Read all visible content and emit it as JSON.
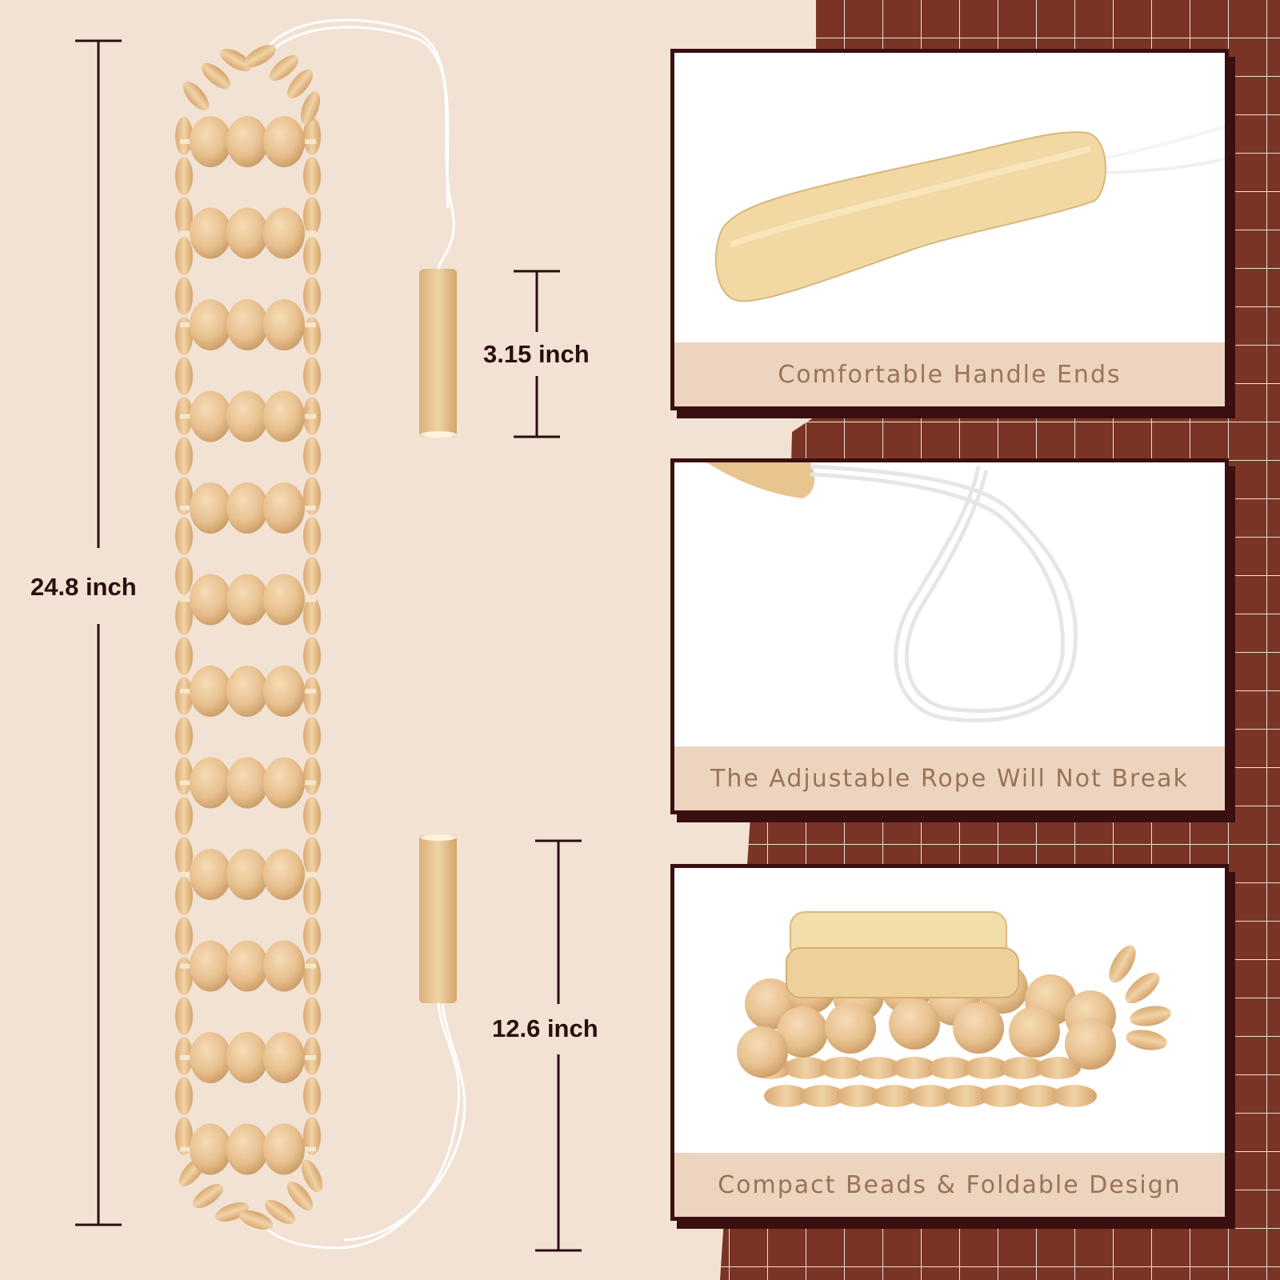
{
  "measurements": {
    "total_length": "24.8 inch",
    "handle_length": "3.15 inch",
    "rope_length": "12.6 inch"
  },
  "features": [
    {
      "caption": "Comfortable Handle Ends"
    },
    {
      "caption": "The Adjustable Rope Will Not Break"
    },
    {
      "caption": "Compact Beads & Foldable Design"
    }
  ],
  "colors": {
    "background": "#f2e2d4",
    "accent_brown": "#7a3426",
    "frame": "#3a0f0f",
    "wood": "#e8c08f",
    "caption_bg": "#ecd4bf",
    "caption_text": "#9a7357",
    "label_text": "#2a0e0e"
  }
}
